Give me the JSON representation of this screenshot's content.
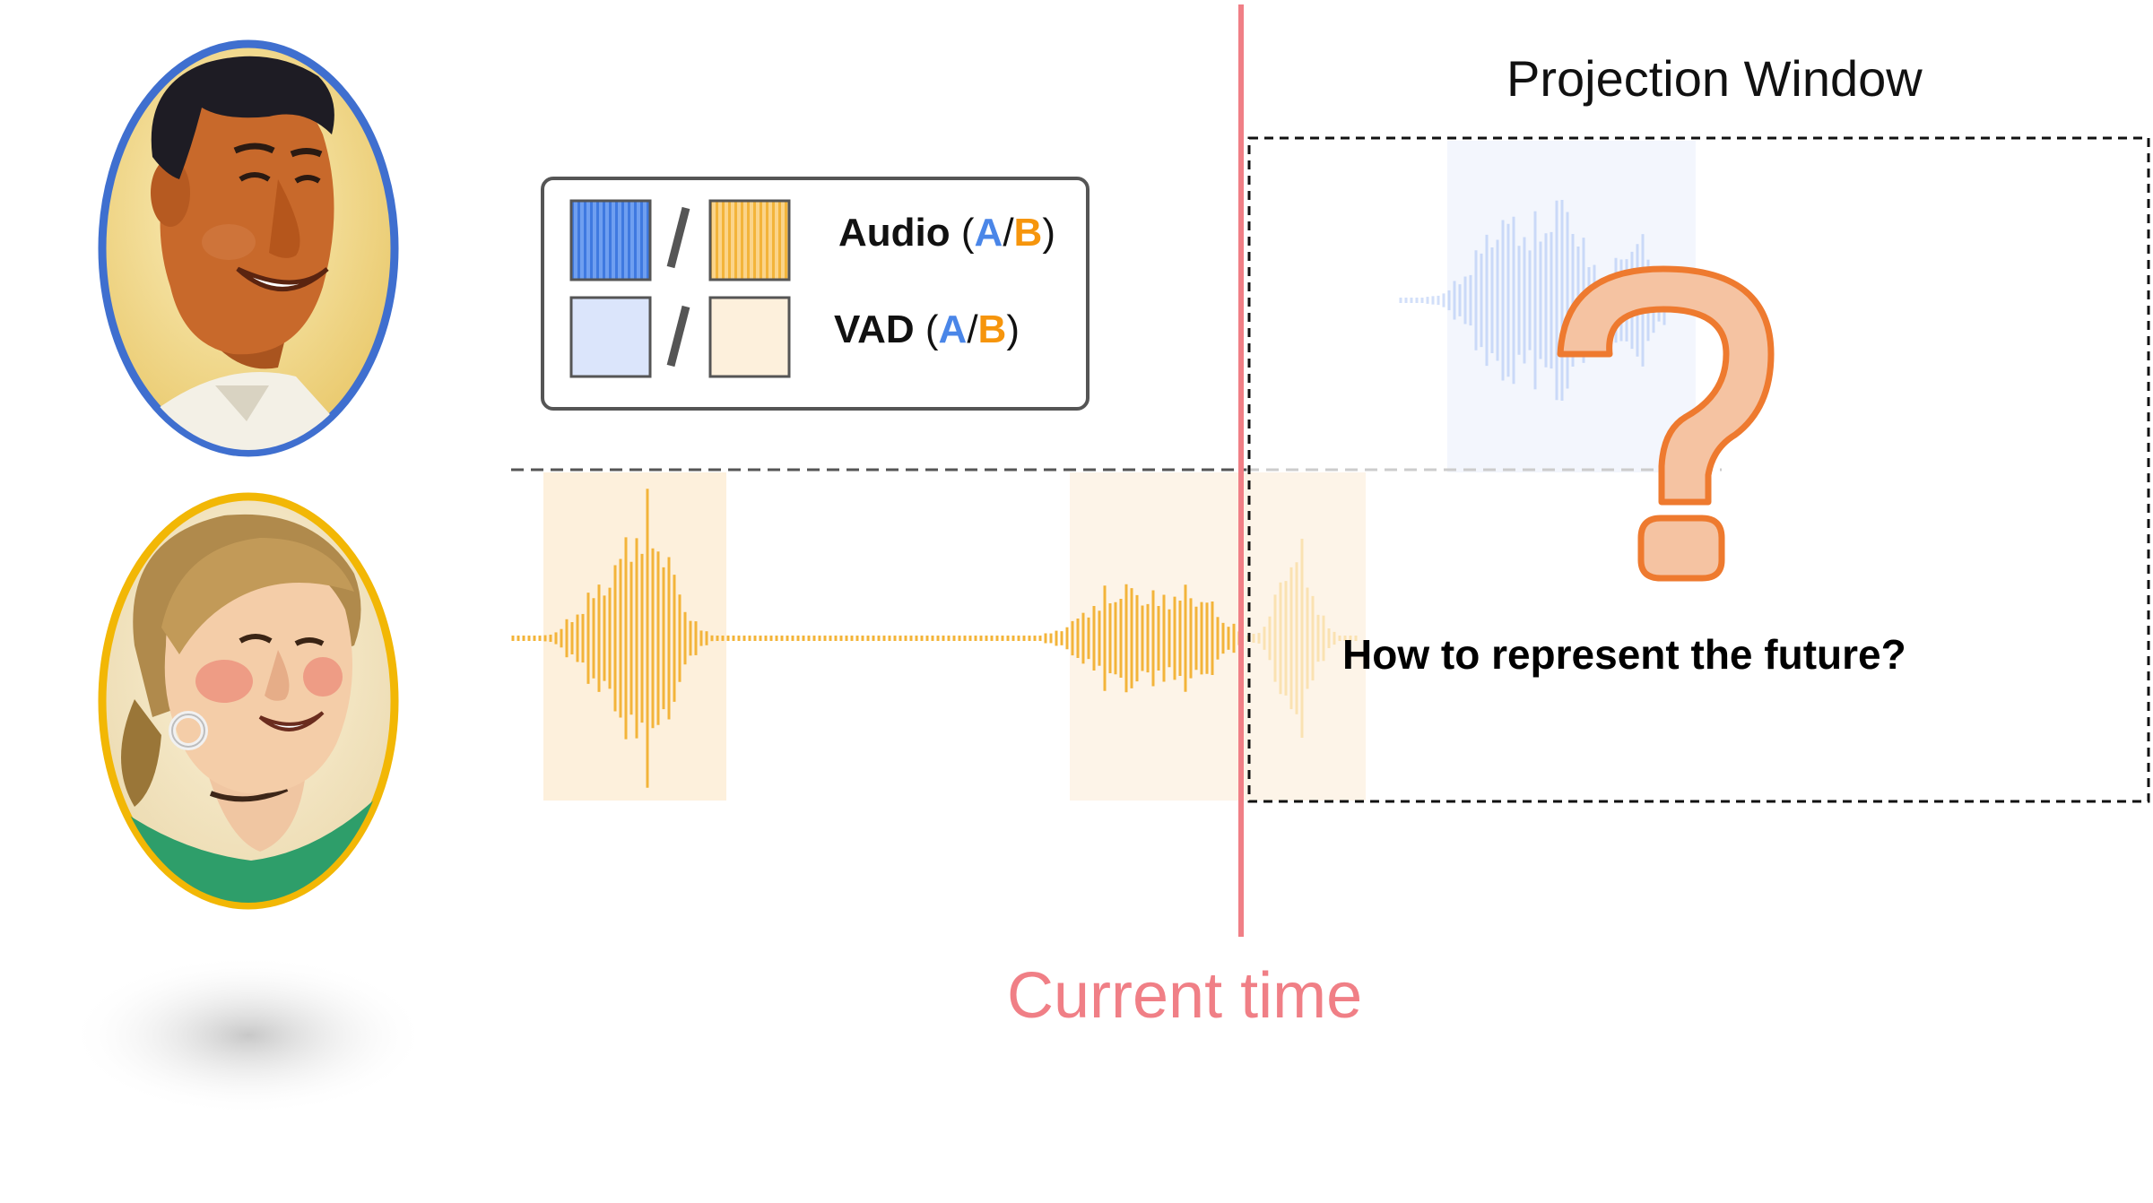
{
  "projection_window": {
    "title": "Projection Window"
  },
  "question": {
    "text": "How to represent the future?"
  },
  "current_time": {
    "label": "Current time"
  },
  "legend": {
    "audio": {
      "label": "Audio",
      "open": "(",
      "a": "A",
      "slash": "/",
      "b": "B",
      "close": ")"
    },
    "vad": {
      "label": "VAD",
      "open": "(",
      "a": "A",
      "slash": "/",
      "b": "B",
      "close": ")"
    },
    "separator": "/"
  },
  "colors": {
    "speaker_a": "#4a86e8",
    "speaker_a_light": "#dbe5fb",
    "speaker_b": "#f6c14f",
    "speaker_b_light": "#fdf0dc",
    "current_time_line": "#f07f86",
    "question_mark": "#f5c3a2",
    "question_mark_stroke": "#ee7a2f"
  },
  "icons": [
    "man-avatar-icon",
    "woman-avatar-icon",
    "question-mark-icon"
  ]
}
